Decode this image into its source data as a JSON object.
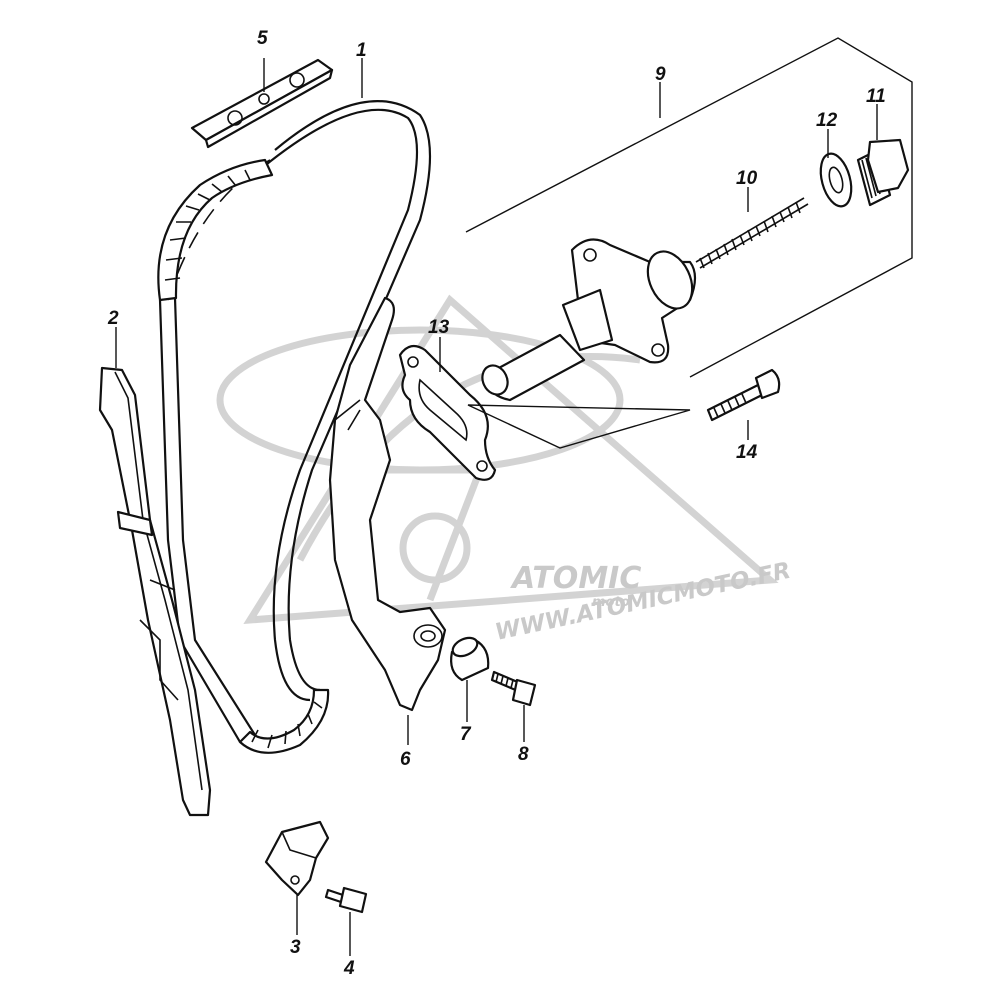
{
  "diagram": {
    "colors": {
      "line": "#111111",
      "watermark": "#c9c9c9",
      "background": "#ffffff"
    },
    "watermark": {
      "logo_text": "ATOMIC",
      "logo_sub": "moto",
      "url": "WWW.ATOMICMOTO.FR"
    },
    "callouts": [
      {
        "id": "c1",
        "label": "1"
      },
      {
        "id": "c2",
        "label": "2"
      },
      {
        "id": "c3",
        "label": "3"
      },
      {
        "id": "c4",
        "label": "4"
      },
      {
        "id": "c5",
        "label": "5"
      },
      {
        "id": "c6",
        "label": "6"
      },
      {
        "id": "c7",
        "label": "7"
      },
      {
        "id": "c8",
        "label": "8"
      },
      {
        "id": "c9",
        "label": "9"
      },
      {
        "id": "c10",
        "label": "10"
      },
      {
        "id": "c11",
        "label": "11"
      },
      {
        "id": "c12",
        "label": "12"
      },
      {
        "id": "c13",
        "label": "13"
      },
      {
        "id": "c14",
        "label": "14"
      }
    ]
  }
}
